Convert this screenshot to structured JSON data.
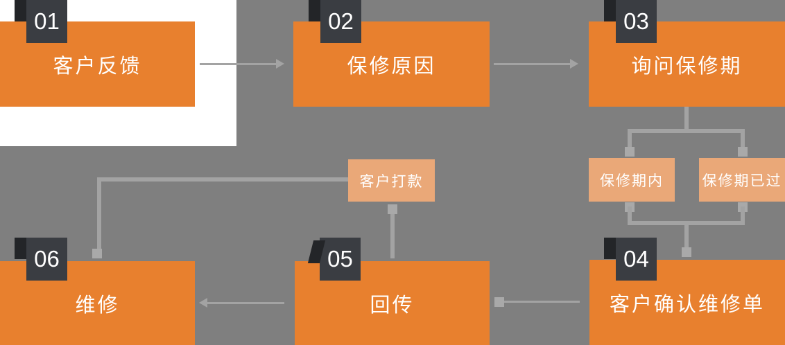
{
  "colors": {
    "background": "#7f7f7f",
    "panel": "#ffffff",
    "box": "#e8802e",
    "box_light": "#eaa878",
    "badge": "#3a3d42",
    "badge_fold": "#232528",
    "line": "#a3a3a3",
    "endpoint": "#a9a9a9",
    "text": "#ffffff"
  },
  "steps": [
    {
      "number": "01",
      "label": "客户反馈"
    },
    {
      "number": "02",
      "label": "保修原因"
    },
    {
      "number": "03",
      "label": "询问保修期"
    },
    {
      "number": "04",
      "label": "客户确认维修单"
    },
    {
      "number": "05",
      "label": "回传"
    },
    {
      "number": "06",
      "label": "维修"
    }
  ],
  "branches": [
    {
      "label": "保修期内"
    },
    {
      "label": "保修期已过"
    }
  ],
  "note": {
    "label": "客户打款"
  }
}
